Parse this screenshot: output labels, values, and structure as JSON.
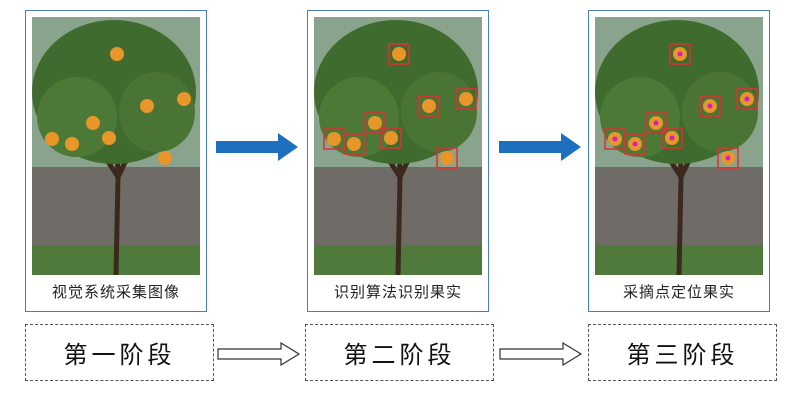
{
  "panels": [
    {
      "caption": "视觉系统采集图像",
      "boxes": false,
      "points": false
    },
    {
      "caption": "识别算法识别果实",
      "boxes": true,
      "points": false
    },
    {
      "caption": "采摘点定位果实",
      "boxes": true,
      "points": true
    }
  ],
  "stages": [
    "第一阶段",
    "第二阶段",
    "第三阶段"
  ],
  "colors": {
    "border": "#4a7fb5",
    "arrow": "#1f6fbf",
    "box": "#e03030",
    "point": "#d020c0",
    "fruit": "#e8962a"
  }
}
